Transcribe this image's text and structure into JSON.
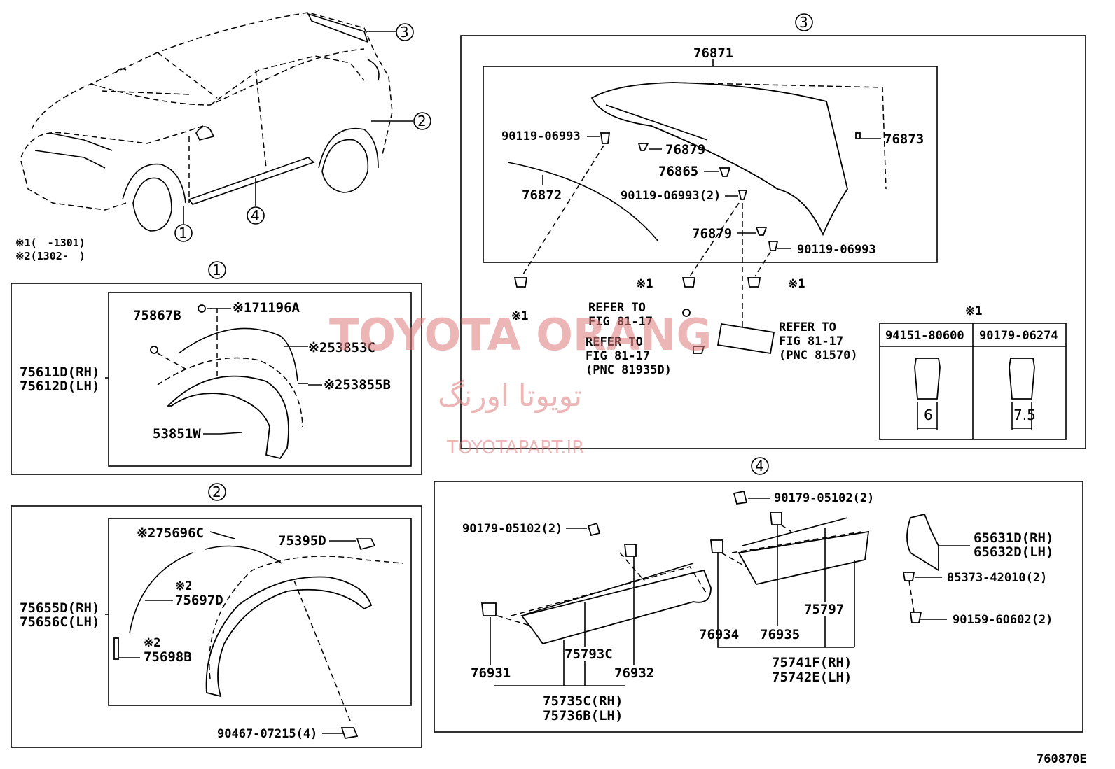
{
  "diagram_id": "760870E",
  "notes": {
    "note1": "※1(　-1301)",
    "note2": "※2(1302-　)"
  },
  "section_numbers": [
    "1",
    "2",
    "3",
    "4"
  ],
  "overview_callouts": [
    "1",
    "2",
    "3",
    "4"
  ],
  "section1": {
    "outer_label_rh": "75611D(RH)",
    "outer_label_lh": "75612D(LH)",
    "parts": [
      "75867B",
      "※171196A",
      "※253853C",
      "※253855B",
      "53851W"
    ]
  },
  "section2": {
    "outer_label_rh": "75655D(RH)",
    "outer_label_lh": "75656C(LH)",
    "parts": [
      "※275696C",
      "75395D",
      "※2",
      "75697D",
      "※2",
      "75698B",
      "90467-07215(4)"
    ]
  },
  "section3": {
    "top_label": "76871",
    "parts": [
      "90119-06993",
      "76879",
      "76873",
      "76865",
      "76872",
      "90119-06993(2)",
      "76879",
      "90119-06993",
      "※1",
      "※1",
      "※1"
    ],
    "refer1": [
      "REFER TO",
      "FIG 81-17"
    ],
    "refer2": [
      "REFER TO",
      "FIG 81-17",
      "(PNC 81935D)"
    ],
    "refer3": [
      "REFER TO",
      "FIG 81-17",
      "(PNC 81570)"
    ],
    "table": {
      "title": "※1",
      "columns": [
        "94151-80600",
        "90179-06274"
      ],
      "dims": [
        "6",
        "7.5"
      ]
    }
  },
  "section4": {
    "parts": [
      "90179-05102(2)",
      "90179-05102(2)",
      "65631D(RH)",
      "65632D(LH)",
      "85373-42010(2)",
      "90159-60602(2)",
      "75797",
      "76934",
      "76935",
      "75741F(RH)",
      "75742E(LH)",
      "76931",
      "75793C",
      "76932",
      "75735C(RH)",
      "75736B(LH)"
    ]
  },
  "watermark": {
    "line1": "TOYOTA ORANG",
    "line2": "تویوتا اورنگ",
    "line3": "TOYOTAPART.IR"
  }
}
